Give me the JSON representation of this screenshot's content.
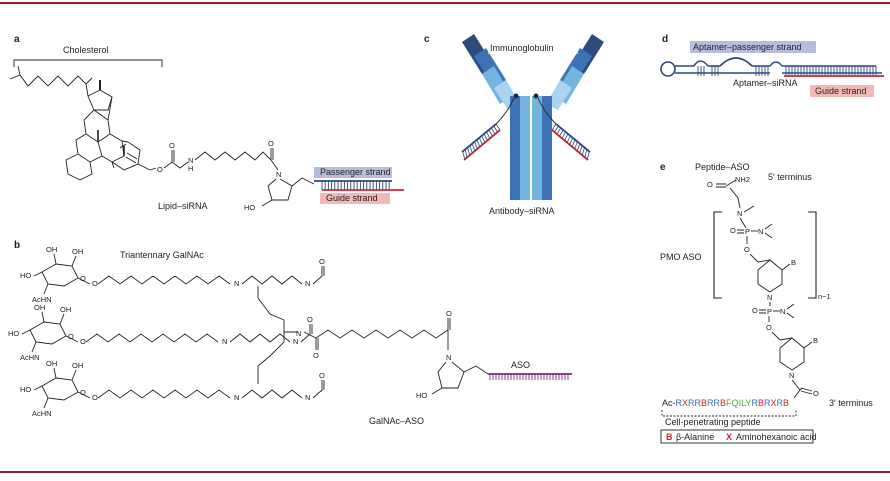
{
  "panels": {
    "a": {
      "letter": "a",
      "cholesterol": "Cholesterol",
      "name": "Lipid–siRNA",
      "passenger": "Passenger strand",
      "guide": "Guide strand",
      "ho": "HO",
      "o": "O",
      "n": "N",
      "h": "H"
    },
    "b": {
      "letter": "b",
      "title": "Triantennary GalNAc",
      "name": "GalNAc–ASO",
      "aso": "ASO",
      "oh": "OH",
      "ho": "HO",
      "achn": "AcHN",
      "o": "O",
      "n": "N"
    },
    "c": {
      "letter": "c",
      "immunoglobulin": "Immunoglobulin",
      "name": "Antibody–siRNA"
    },
    "d": {
      "letter": "d",
      "aptamer_passenger": "Aptamer–passenger strand",
      "name": "Aptamer–siRNA",
      "guide": "Guide strand"
    },
    "e": {
      "letter": "e",
      "title": "Peptide–ASO",
      "five_prime": "5′ terminus",
      "three_prime": "3′ terminus",
      "pmo": "PMO ASO",
      "nh2": "NH2",
      "n_minus_1": "n−1",
      "base": "B",
      "o": "O",
      "p": "P",
      "n": "N",
      "peptide_seq": [
        {
          "t": "Ac-",
          "c": "#222222"
        },
        {
          "t": "R",
          "c": "#3a6fb5"
        },
        {
          "t": "X",
          "c": "#d2262e"
        },
        {
          "t": "R",
          "c": "#3a6fb5"
        },
        {
          "t": "R",
          "c": "#3a6fb5"
        },
        {
          "t": "B",
          "c": "#d2262e"
        },
        {
          "t": "R",
          "c": "#3a6fb5"
        },
        {
          "t": "R",
          "c": "#3a6fb5"
        },
        {
          "t": "B",
          "c": "#d2262e"
        },
        {
          "t": "F",
          "c": "#4ea84a"
        },
        {
          "t": "Q",
          "c": "#4ea84a"
        },
        {
          "t": "I",
          "c": "#4ea84a"
        },
        {
          "t": "L",
          "c": "#4ea84a"
        },
        {
          "t": "Y",
          "c": "#4ea84a"
        },
        {
          "t": "R",
          "c": "#3a6fb5"
        },
        {
          "t": "B",
          "c": "#d2262e"
        },
        {
          "t": "R",
          "c": "#3a6fb5"
        },
        {
          "t": "X",
          "c": "#d2262e"
        },
        {
          "t": "R",
          "c": "#3a6fb5"
        },
        {
          "t": "B",
          "c": "#d2262e"
        }
      ],
      "cpp": "Cell-penetrating peptide",
      "legend_b_symbol": "B",
      "legend_b_label": "β-Alanine",
      "legend_x_symbol": "X",
      "legend_x_label": "Aminohexanoic acid"
    }
  },
  "colors": {
    "frame": "#9b1f2d",
    "passenger_box": "#b7bde0",
    "guide_box": "#f4b9b5",
    "antibody_dark": "#2c4a7d",
    "antibody_mid": "#3d72b4",
    "antibody_light": "#74b4e0",
    "antibody_pale": "#a9d3f0",
    "strand_blue": "#2c4a7d",
    "strand_red": "#d2262e",
    "aso_purple": "#7b2a7b",
    "x_red": "#d2262e",
    "r_blue": "#3a6fb5",
    "hydrophobic_green": "#4ea84a"
  }
}
